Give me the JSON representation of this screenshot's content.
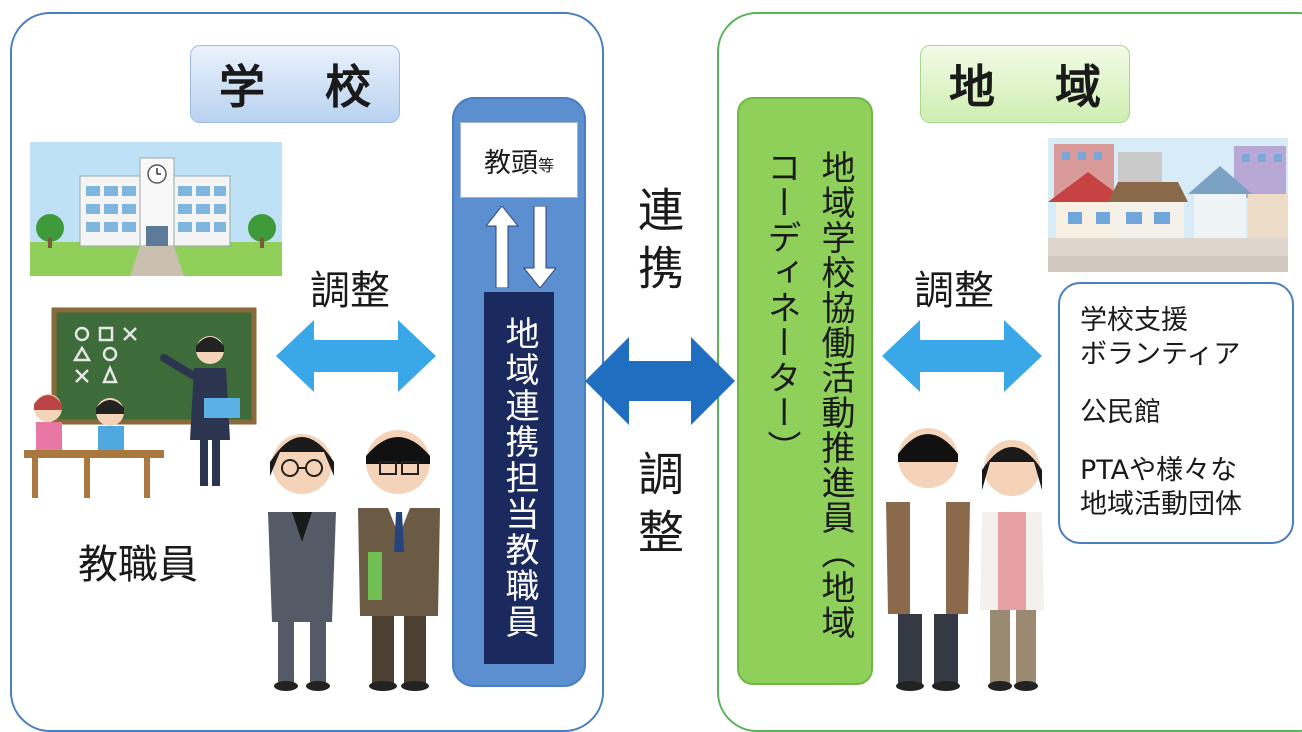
{
  "school": {
    "tab_label": "学 校",
    "adjust_label": "調整",
    "staff_label": "教職員",
    "vice_principal": {
      "main": "教頭",
      "sub": "等"
    },
    "liaison_staff": "地域連携担当教職員"
  },
  "center": {
    "cooperation": "連携",
    "adjustment": "調整"
  },
  "region": {
    "tab_label": "地 域",
    "adjust_label": "調整",
    "promoter": "地域学校協働活動推進員",
    "coordinator": "（地域コーディネーター）",
    "info_box": [
      "学校支援",
      "ボランティア",
      "公民館",
      "PTAや様々な",
      "地域活動団体"
    ]
  },
  "colors": {
    "school_border": "#4a7fbf",
    "region_border": "#59b25a",
    "blue_column": "#5b8fd0",
    "navy_bar": "#1a2a5e",
    "green_column": "#8ed05a",
    "arrow_light": "#3aa8e8",
    "arrow_dark": "#1f6ec0"
  },
  "icons": [
    "school-building-illustration",
    "classroom-illustration",
    "teachers-illustration",
    "town-illustration",
    "residents-illustration",
    "up-arrow-icon",
    "down-arrow-icon",
    "double-arrow-icon"
  ]
}
